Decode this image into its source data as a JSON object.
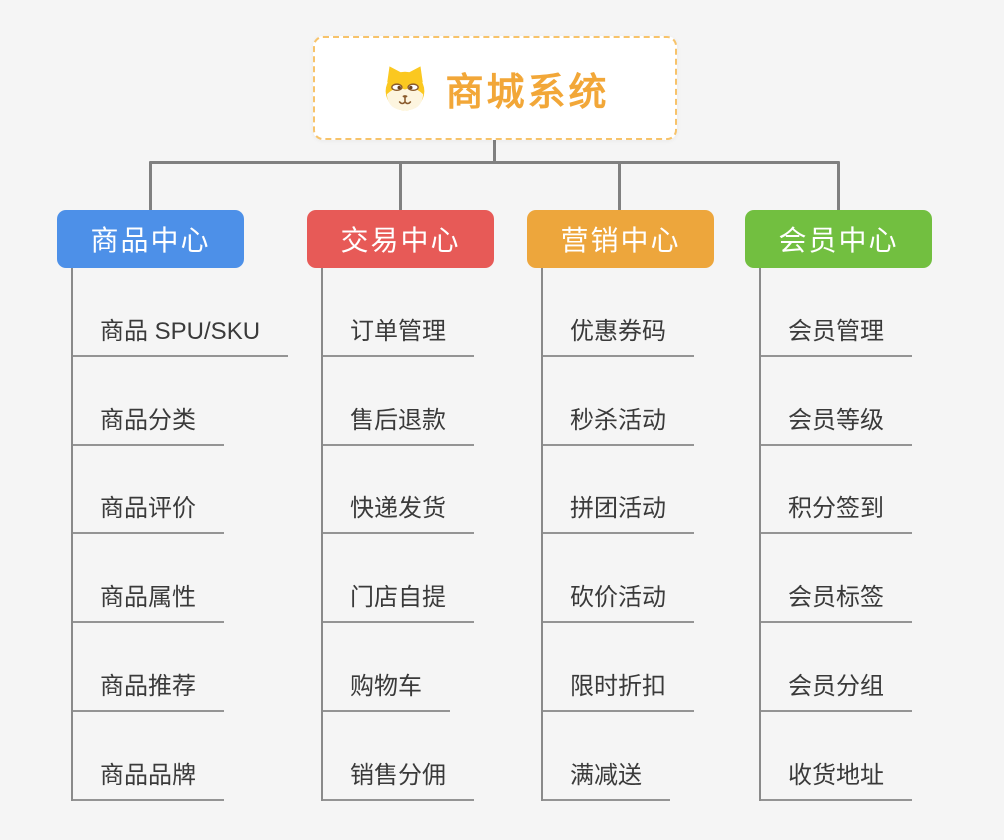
{
  "canvas": {
    "background": "#f5f5f5",
    "connector_color": "#808080",
    "underline_color": "#949494",
    "leaf_text_color": "#3a3a3a"
  },
  "root": {
    "title": "商城系统",
    "icon": "dog-face-icon",
    "title_color": "#f2a738",
    "border_color": "#f7c36a"
  },
  "branches": [
    {
      "label": "商品中心",
      "color": "#4d90e8",
      "children": [
        "商品 SPU/SKU",
        "商品分类",
        "商品评价",
        "商品属性",
        "商品推荐",
        "商品品牌"
      ]
    },
    {
      "label": "交易中心",
      "color": "#e75a57",
      "children": [
        "订单管理",
        "售后退款",
        "快递发货",
        "门店自提",
        "购物车",
        "销售分佣"
      ]
    },
    {
      "label": "营销中心",
      "color": "#eda63c",
      "children": [
        "优惠券码",
        "秒杀活动",
        "拼团活动",
        "砍价活动",
        "限时折扣",
        "满减送"
      ]
    },
    {
      "label": "会员中心",
      "color": "#72bf40",
      "children": [
        "会员管理",
        "会员等级",
        "积分签到",
        "会员标签",
        "会员分组",
        "收货地址"
      ]
    }
  ]
}
